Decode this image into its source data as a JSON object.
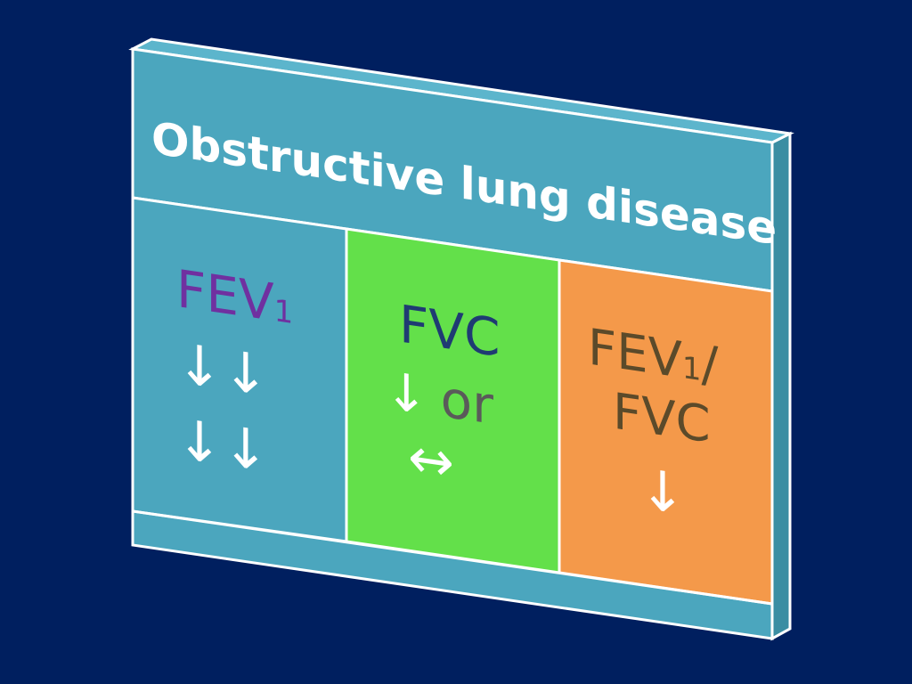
{
  "title": "Obstructive lung disease",
  "panels": [
    {
      "heading_main": "FEV",
      "heading_sub": "1",
      "arrows": [
        "↓↓",
        "↓↓"
      ],
      "bg_color": "#4ba6be",
      "text_color": "#7030a0"
    },
    {
      "heading_main": "FVC",
      "line1_arrow": "↓",
      "line1_word": "or",
      "line2_arrow": "↔",
      "bg_color": "#63e04a",
      "text_color": "#1f3b73"
    },
    {
      "heading_main": "FEV",
      "heading_sub": "1",
      "heading_slash": "/",
      "heading_line2": "FVC",
      "arrow": "↓",
      "bg_color": "#f4994a",
      "text_color": "#5b4a2a"
    }
  ],
  "colors": {
    "background": "#001f5f",
    "frame": "#4ba6be",
    "outline": "#ffffff",
    "title_text": "#ffffff",
    "arrow_color": "#ffffff"
  }
}
